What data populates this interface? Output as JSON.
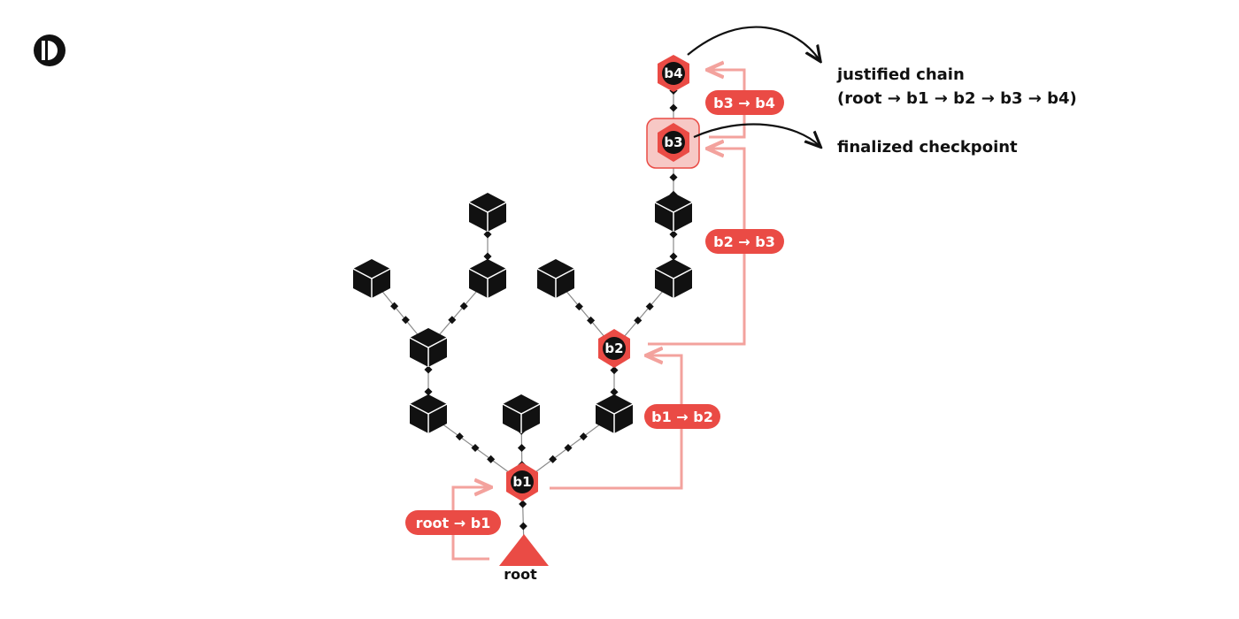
{
  "logo": {
    "name": "brand-logo"
  },
  "colors": {
    "accent": "#ea4b45",
    "accent_light": "#f3a29d",
    "block": "#111111",
    "finalized_bg": "#f7c8c5"
  },
  "nodes": {
    "root": "root",
    "b1": "b1",
    "b2": "b2",
    "b3": "b3",
    "b4": "b4"
  },
  "links": {
    "root_b1": "root → b1",
    "b1_b2": "b1 → b2",
    "b2_b3": "b2 → b3",
    "b3_b4": "b3 → b4"
  },
  "annotations": {
    "justified_line1": "justified chain",
    "justified_line2": "(root → b1 → b2 → b3 → b4)",
    "finalized": "finalized checkpoint"
  }
}
